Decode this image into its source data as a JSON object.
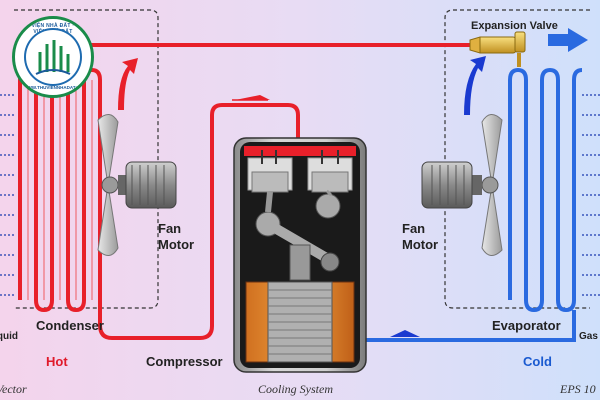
{
  "labels": {
    "expansion_valve": "Expansion Valve",
    "fan_motor_left_1": "Fan",
    "fan_motor_left_2": "Motor",
    "fan_motor_right_1": "Fan",
    "fan_motor_right_2": "Motor",
    "condenser": "Condenser",
    "evaporator": "Evaporator",
    "compressor": "Compressor",
    "hot": "Hot",
    "cold": "Cold",
    "liquid": "Liquid",
    "gas": "Gas"
  },
  "footer": {
    "left": "Vector",
    "center": "Cooling System",
    "right": "EPS 10"
  },
  "logo": {
    "text_top": "THƯ VIỆN NHÀ ĐẤT · THƯ VIỆN NHÀ ĐẤT",
    "text_bottom": "WWW.THUVIENNHADAT.VN"
  },
  "colors": {
    "hot": "#e01a2a",
    "cold": "#1a5ad0",
    "hot_pipe": "#e8202a",
    "cold_pipe": "#2a6ae0"
  }
}
